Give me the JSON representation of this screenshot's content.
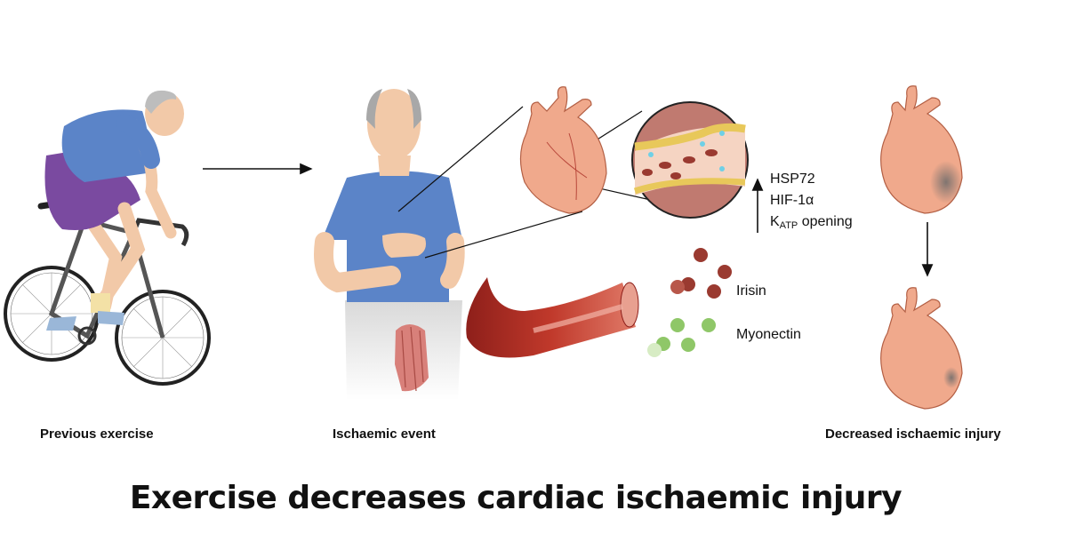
{
  "labels": {
    "previous_exercise": "Previous exercise",
    "ischaemic_event": "Ischaemic event",
    "decreased_injury": "Decreased ischaemic injury"
  },
  "molecules": {
    "hsp72": "HSP72",
    "hif": "HIF-1α",
    "katp_k": "K",
    "katp_sub": "ATP",
    "katp_rest": " opening",
    "irisin": "Irisin",
    "myonectin": "Myonectin"
  },
  "title": "Exercise decreases cardiac ischaemic injury",
  "colors": {
    "shirt": "#5b84c8",
    "shorts": "#7a4aa0",
    "skin": "#f2c9a8",
    "heart": "#f0a98c",
    "muscle": "#b8322a",
    "irisin_dot": "#9a3a30",
    "myonectin_dot": "#8fc768"
  }
}
